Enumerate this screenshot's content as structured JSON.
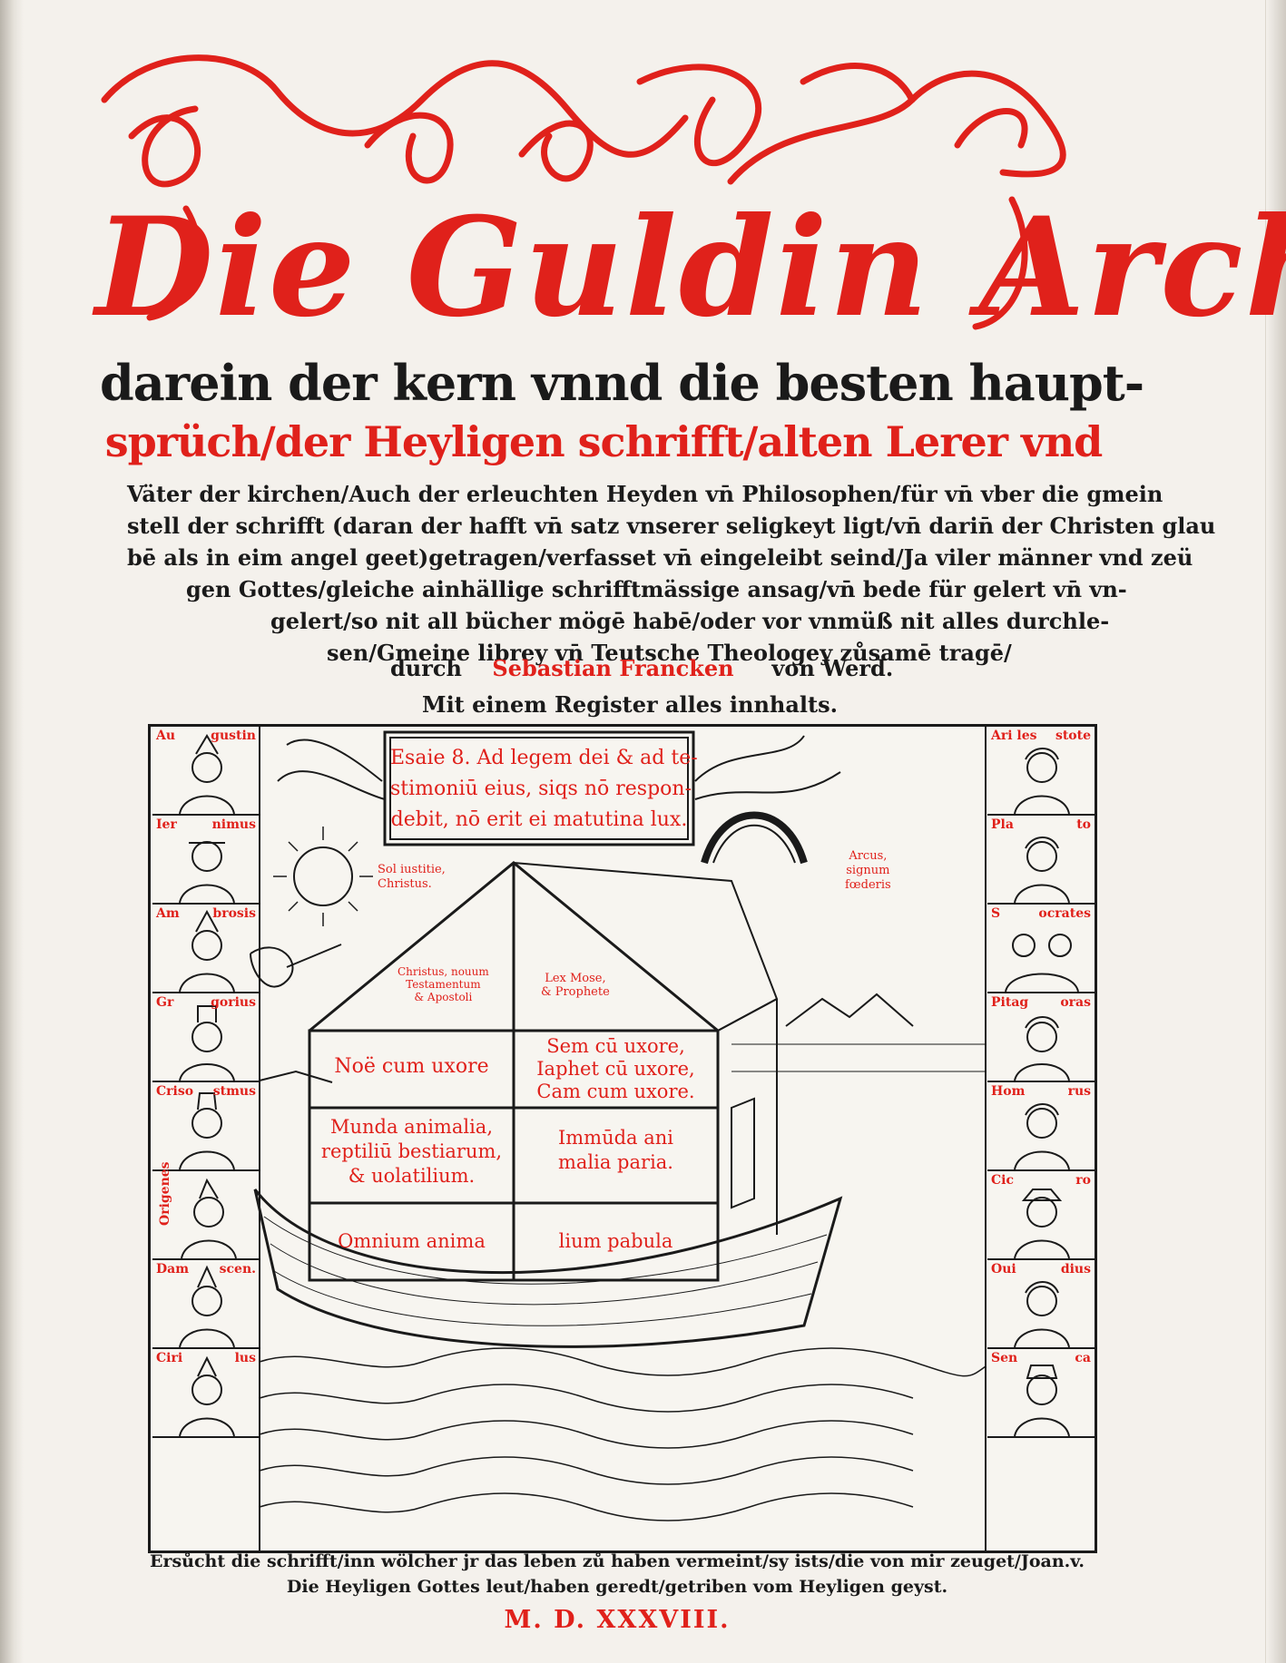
{
  "colors": {
    "rubric_red": "#e0211b",
    "ink": "#1a1a1a",
    "paper": "#f4f1ec"
  },
  "title": "Die Guldin Arch",
  "subtitle_lines": {
    "line1": "darein der kern vnnd die besten haupt-",
    "line2": "sprüch/der Heyligen schrifft/alten Lerer vnd"
  },
  "body_lines": [
    "Väter der kirchen/Auch der erleuchten Heyden vn̄ Philosophen/für vn̄ vber die gmein",
    "stell der schrifft (daran der hafft vn̄ satz vnserer seligkeyt ligt/vn̄ darin̄ der Christen glau",
    "bē als in eim angel geet)getragen/verfasset vn̄ eingeleibt seind/Ja viler männer vnd zeü",
    "gen Gottes/gleiche ainhällige schrifftmässige ansag/vn̄ bede für gelert vn̄ vn-",
    "gelert/so nit all bücher mögē habē/oder vor vnmüß nit alles durchle-",
    "sen/Gmeine librey vn̄ Teutsche Theologey zůsamē tragē/"
  ],
  "author_line": {
    "prefix": "durch",
    "name": "Sebastian Francken",
    "suffix": "von Werd."
  },
  "register_line": "Mit einem Register alles innhalts.",
  "figure": {
    "banner": [
      "Esaie 8. Ad legem dei & ad te-",
      "stimoniū eius, siqs nō respon-",
      "debit, nō erit ei matutina lux."
    ],
    "sun_label": [
      "Sol iustitie,",
      "Christus."
    ],
    "rainbow_label": [
      "Arcus,",
      "signum",
      "fœderis"
    ],
    "gable_left": [
      "Christus, nouum",
      "Testamentum",
      "& Apostoli"
    ],
    "gable_right": [
      "Lex Mose,",
      "& Prophete"
    ],
    "cells": {
      "noe": "Noë cum uxore",
      "sem": [
        "Sem cū uxore,",
        "Iaphet cū uxore,",
        "Cam cum uxore."
      ],
      "munda": [
        "Munda animalia,",
        "reptiliū bestiarum,",
        "& uolatilium."
      ],
      "immunda": [
        "Immūda ani",
        "malia paria."
      ],
      "omnium_left": "Omnium anima",
      "omnium_right": "lium pabula"
    },
    "left_portraits": [
      {
        "a": "Au",
        "b": "gustin"
      },
      {
        "a": "Ier",
        "b": "nimus"
      },
      {
        "a": "Am",
        "b": "brosis"
      },
      {
        "a": "Gr",
        "b": "gorius"
      },
      {
        "a": "Criso",
        "b": "stmus"
      },
      {
        "a": "Origenes",
        "b": ""
      },
      {
        "a": "Dam",
        "b": "scen."
      },
      {
        "a": "Ciri",
        "b": "lus"
      }
    ],
    "right_portraits": [
      {
        "a": "Ari les",
        "b": "stote"
      },
      {
        "a": "Pla",
        "b": "to"
      },
      {
        "a": "S",
        "b": "ocrates"
      },
      {
        "a": "Pitag",
        "b": "oras"
      },
      {
        "a": "Hom",
        "b": "rus"
      },
      {
        "a": "Cic",
        "b": "ro"
      },
      {
        "a": "Oui",
        "b": "dius"
      },
      {
        "a": "Sen",
        "b": "ca"
      }
    ]
  },
  "footer": {
    "line1": "Ersůcht die schrifft/inn wölcher jr das leben zů haben vermeint/sy ists/die von mir zeuget/Joan.v.",
    "line2": "Die Heyligen Gottes leut/haben geredt/getriben vom Heyligen geyst."
  },
  "date": "M. D. XXXVIII."
}
